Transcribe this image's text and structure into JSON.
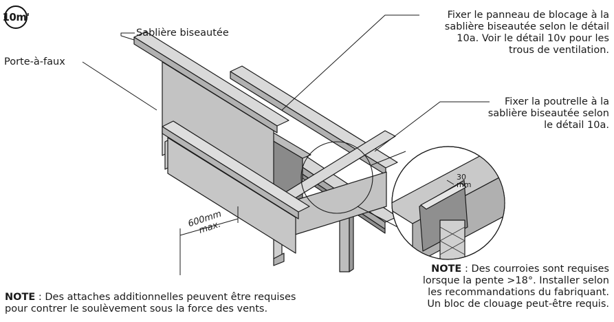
{
  "badge": {
    "text": "10m'"
  },
  "labels": {
    "sabliere": "Sablière biseautée",
    "porte_a_faux": "Porte-à-faux",
    "callout_blocking": [
      "Fixer le panneau de blocage à la",
      "sablière biseautée selon le détail",
      "10a. Voir le détail 10v pour les",
      "trous de ventilation."
    ],
    "callout_joist": [
      "Fixer la poutrelle à la",
      "sablière biseautée selon",
      "le détail 10a."
    ],
    "dim_spacing": [
      "600mm",
      "max."
    ],
    "dim_detail": [
      "30",
      "mm"
    ]
  },
  "notes": {
    "right_label": "NOTE",
    "right_lines": [
      " : Des courroies sont requises",
      "lorsque la pente >18°. Installer selon",
      "les recommandations du fabriquant.",
      "Un bloc de clouage peut-être requis."
    ],
    "left_label": "NOTE",
    "left_lines": [
      " : Des attaches additionnelles peuvent être requises",
      "pour contrer le soulèvement sous la force des vents."
    ]
  }
}
